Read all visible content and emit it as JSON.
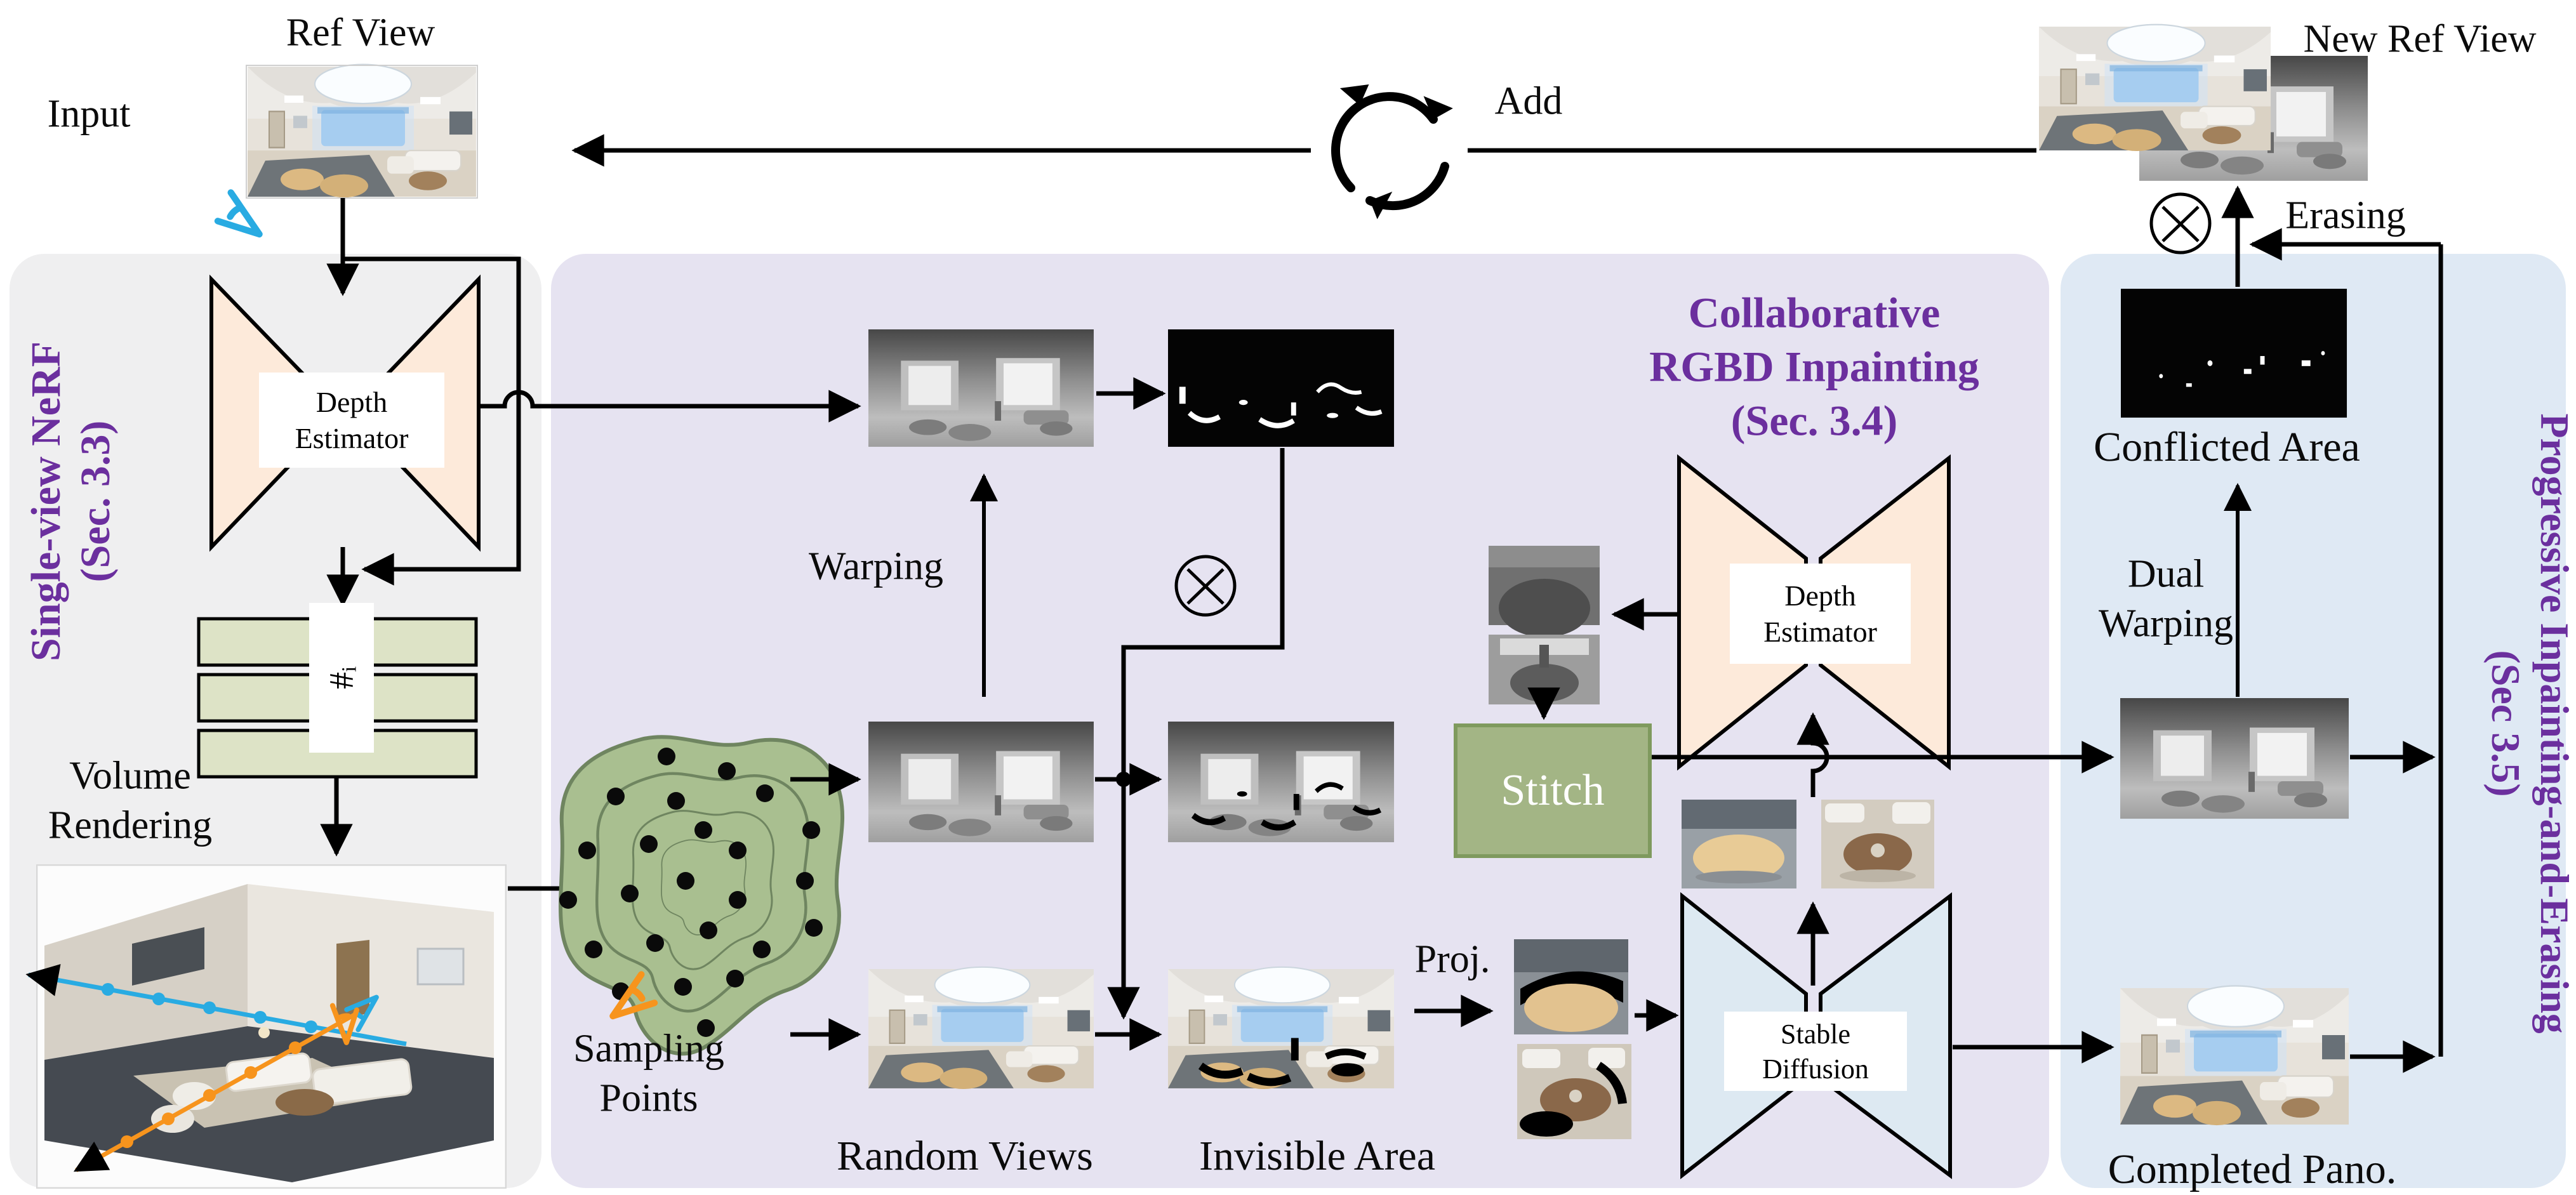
{
  "top": {
    "input_label": "Input",
    "ref_view_label": "Ref View",
    "add_label": "Add",
    "new_ref_view_label": "New Ref View",
    "erasing_label": "Erasing"
  },
  "left_panel": {
    "title": "Single-view NeRF",
    "subtitle": "(Sec. 3.3)",
    "feature_label": "#ᵢ",
    "volume_rendering": {
      "line1": "Volume",
      "line2": "Rendering"
    }
  },
  "mid_panel": {
    "title": {
      "line1": "Collaborative",
      "line2": "RGBD Inpainting",
      "line3": "(Sec. 3.4)"
    },
    "warping_label": "Warping",
    "sampling_points": {
      "line1": "Sampling",
      "line2": "Points"
    },
    "random_views_label": "Random Views",
    "invisible_area_label": "Invisible Area",
    "proj_label": "Proj.",
    "stitch_label": "Stitch",
    "stable_diffusion": {
      "line1": "Stable",
      "line2": "Diffusion"
    }
  },
  "right_panel": {
    "title": "Progressive Inpainting-and-Erasing",
    "subtitle": "(Sec 3.5)",
    "conflicted_area_label": "Conflicted Area",
    "dual_warping": {
      "line1": "Dual",
      "line2": "Warping"
    },
    "completed_pano_label": "Completed Pano."
  },
  "shared": {
    "depth_estimator": {
      "line1": "Depth",
      "line2": "Estimator"
    }
  },
  "icons": {
    "cycle_icon": "iterate-cycle",
    "multiply_icon": "⊗",
    "camera_frustum_icon": "camera-frustum"
  },
  "colors": {
    "purple_title": "#6b2f9e",
    "left_panel_bg": "#efeff0",
    "mid_panel_bg": "#e6e3f1",
    "right_panel_bg": "#dfe9f4",
    "hourglass_peach": "#fdeada",
    "hourglass_blue": "#dde9f2",
    "stitch_green": "#a3b585",
    "bars_green": "#dde3c6",
    "blob_green": "#a9bf90",
    "ray_blue": "#29abe2",
    "ray_orange": "#f7941d"
  }
}
